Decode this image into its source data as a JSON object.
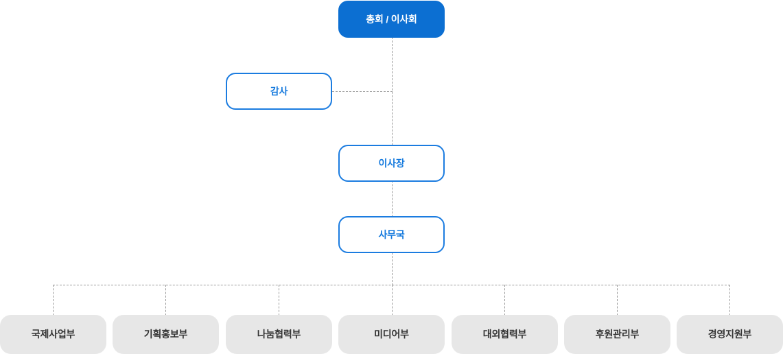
{
  "chart": {
    "type": "org-chart",
    "title": "",
    "colors": {
      "accent_filled": "#0c6fd2",
      "accent_outline": "#1b7ce0",
      "accent_text": "#1479dd",
      "dept_bg": "#e7e7e7",
      "dept_text": "#333333",
      "connector": "#9a9a9a",
      "background": "#ffffff"
    },
    "nodes": {
      "root": {
        "label": "총회 / 이사회",
        "style": "filled"
      },
      "auditor": {
        "label": "감사",
        "style": "outlined"
      },
      "chairman": {
        "label": "이사장",
        "style": "outlined"
      },
      "secretariat": {
        "label": "사무국",
        "style": "outlined"
      }
    },
    "departments": [
      {
        "label": "국제사업부"
      },
      {
        "label": "기획홍보부"
      },
      {
        "label": "나눔협력부"
      },
      {
        "label": "미디어부"
      },
      {
        "label": "대외협력부"
      },
      {
        "label": "후원관리부"
      },
      {
        "label": "경영지원부"
      }
    ]
  }
}
